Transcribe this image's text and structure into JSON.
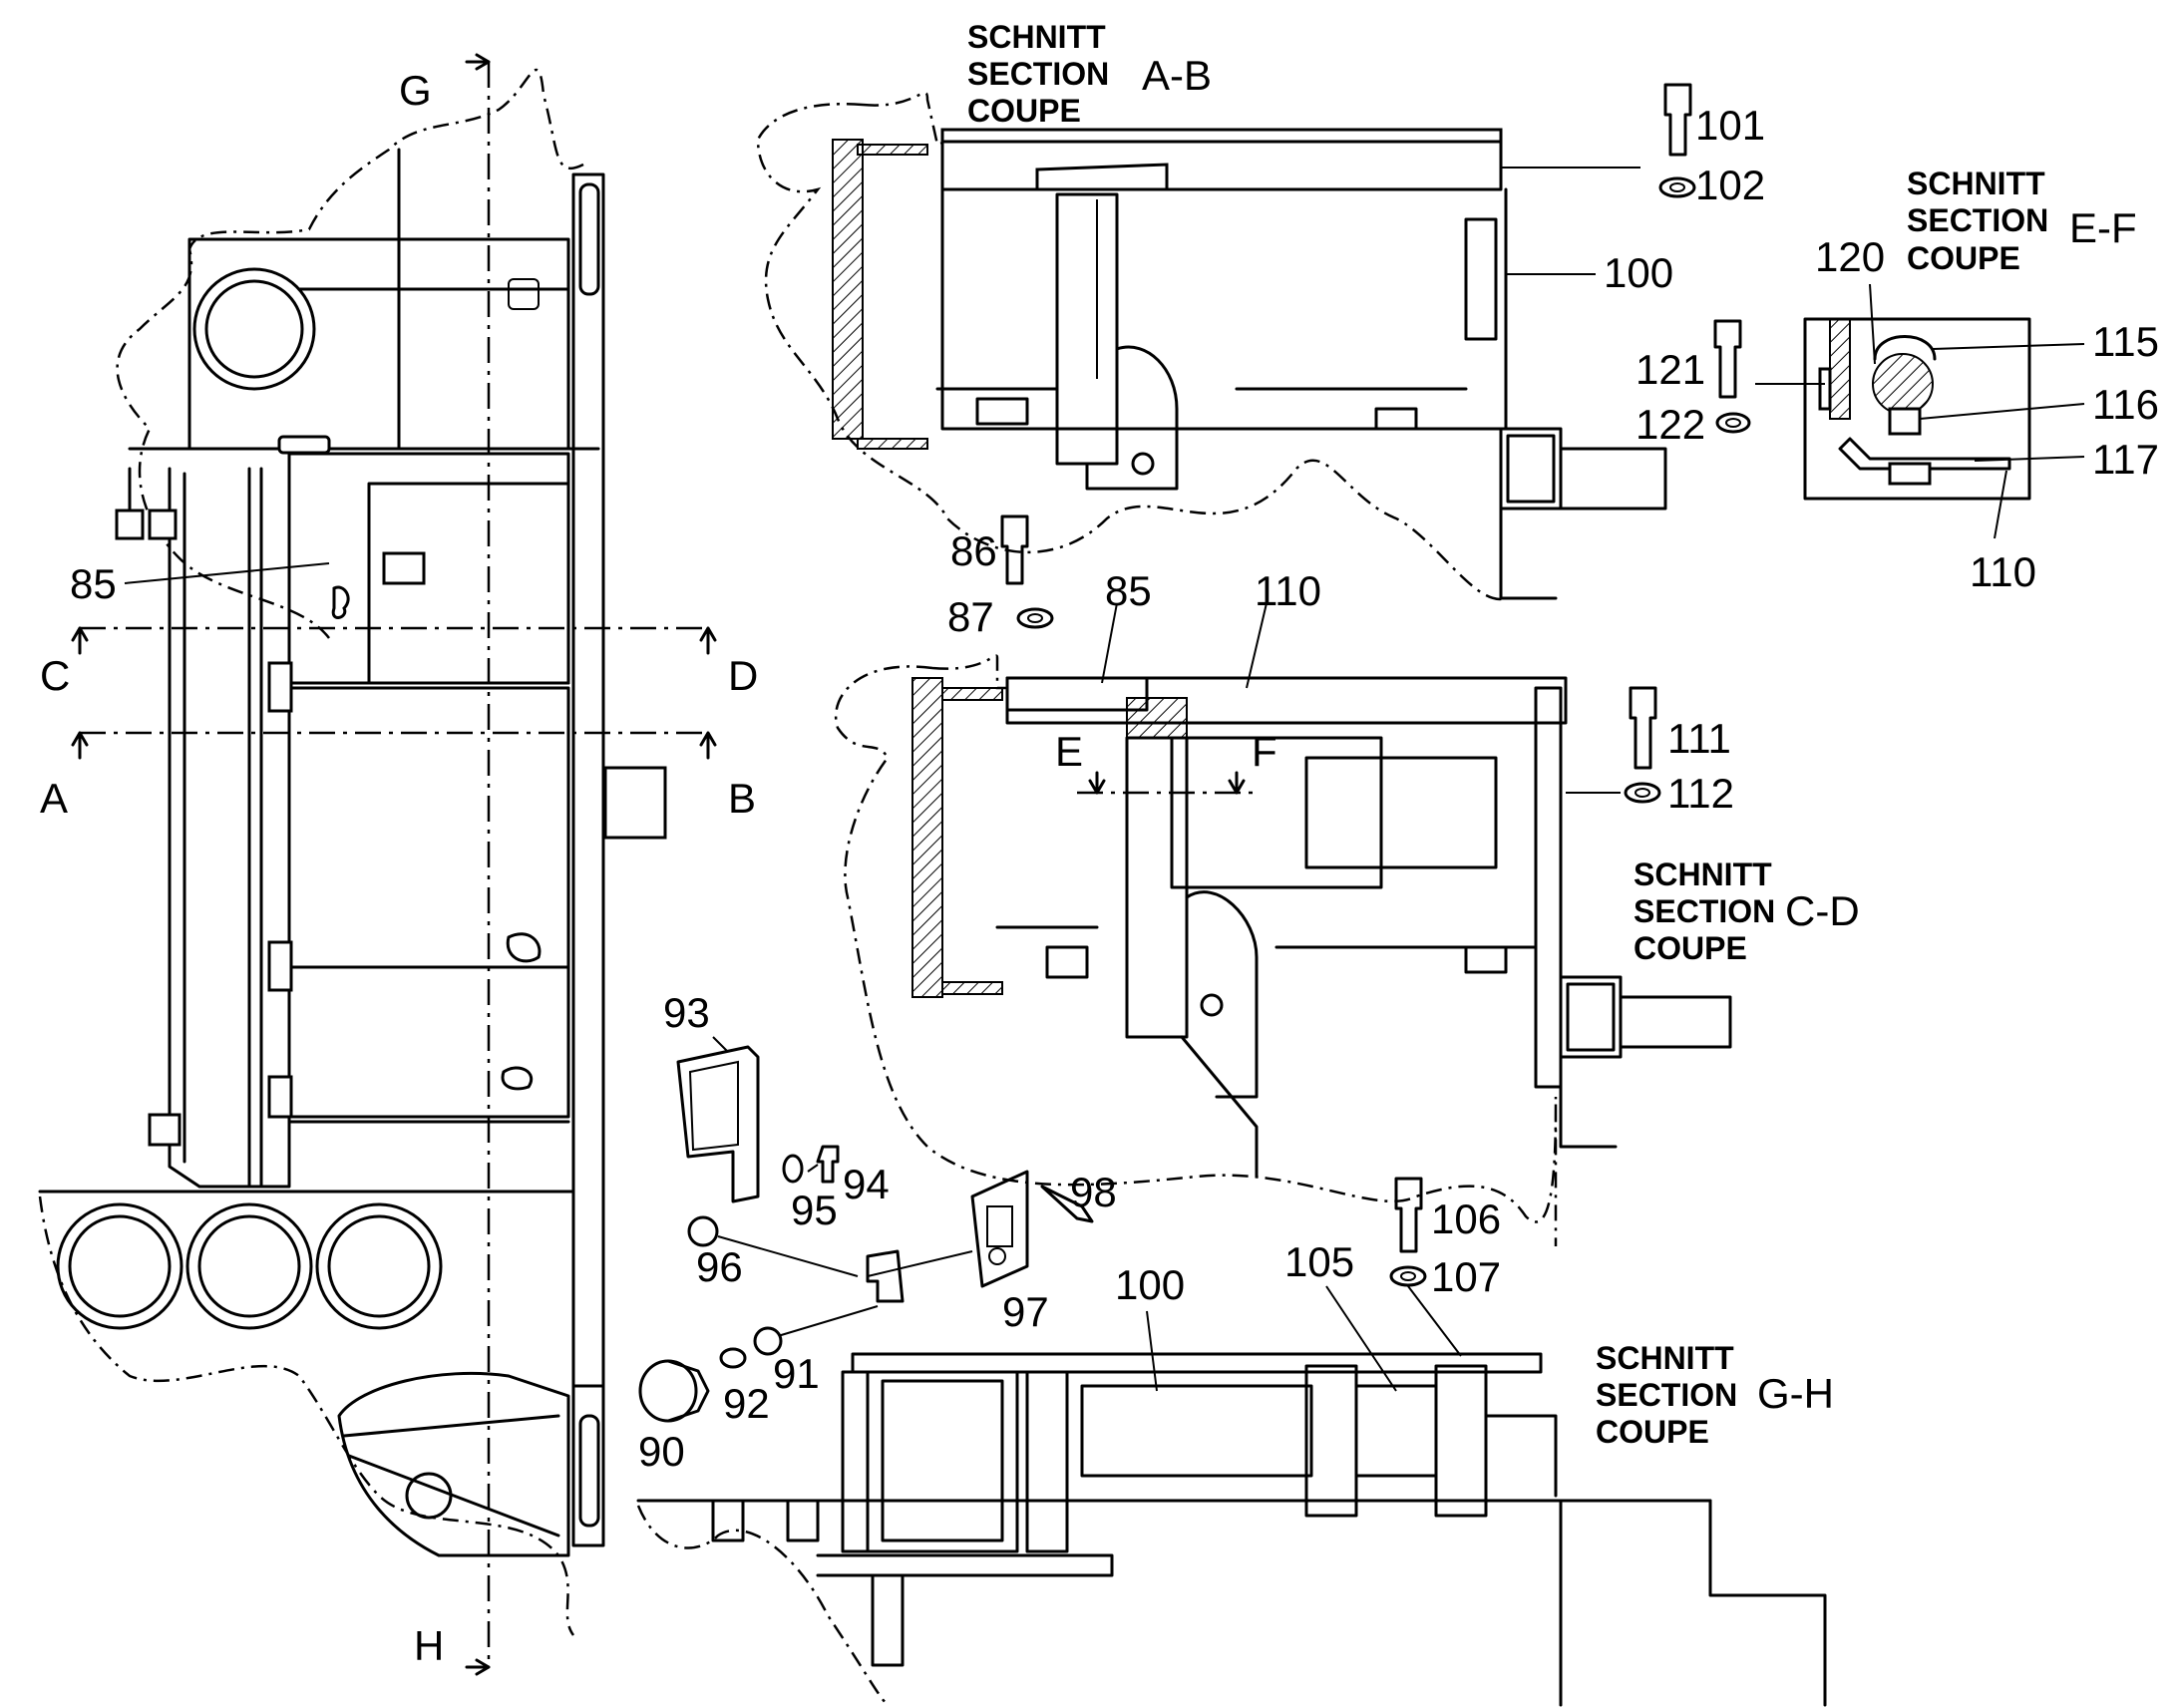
{
  "section_views": {
    "ab": {
      "line1": "SCHNITT",
      "line2": "SECTION",
      "line3": "COUPE",
      "id": "A-B"
    },
    "cd": {
      "line1": "SCHNITT",
      "line2": "SECTION",
      "line3": "COUPE",
      "id": "C-D"
    },
    "ef": {
      "line1": "SCHNITT",
      "line2": "SECTION",
      "line3": "COUPE",
      "id": "E-F"
    },
    "gh": {
      "line1": "SCHNITT",
      "line2": "SECTION",
      "line3": "COUPE",
      "id": "G-H"
    }
  },
  "cut_markers": {
    "a": "A",
    "b": "B",
    "c": "C",
    "d": "D",
    "e": "E",
    "f": "F",
    "g": "G",
    "h": "H"
  },
  "callouts": {
    "p85_plan": "85",
    "p101": "101",
    "p102": "102",
    "p100_ab": "100",
    "p86": "86",
    "p87": "87",
    "p85_cd": "85",
    "p110_cd": "110",
    "p111": "111",
    "p112": "112",
    "p120": "120",
    "p121": "121",
    "p122": "122",
    "p115": "115",
    "p116": "116",
    "p117": "117",
    "p110_ef": "110",
    "p93": "93",
    "p94": "94",
    "p95": "95",
    "p96": "96",
    "p97": "97",
    "p98": "98",
    "p90": "90",
    "p91": "91",
    "p92": "92",
    "p100_gh": "100",
    "p105": "105",
    "p106": "106",
    "p107": "107"
  }
}
